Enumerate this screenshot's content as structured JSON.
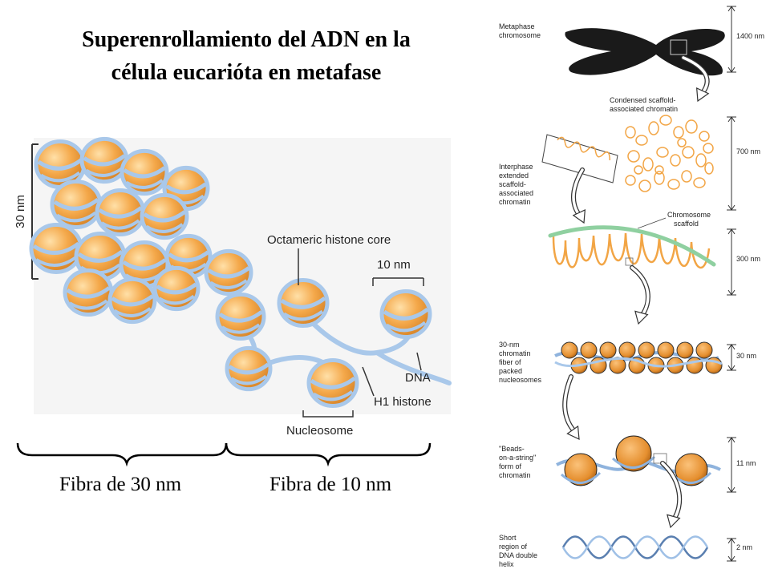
{
  "title": {
    "line1": "Superenrollamiento del ADN en la",
    "line2": "célula eucarióta en metafase"
  },
  "left_figure": {
    "scale_30nm": "30 nm",
    "octameric": "Octameric histone core",
    "ten_nm": "10 nm",
    "dna": "DNA",
    "h1": "H1 histone",
    "nucleosome": "Nucleosome"
  },
  "fibers": {
    "fiber30": "Fibra de 30 nm",
    "fiber10": "Fibra de 10 nm"
  },
  "right_figure": {
    "metaphase": [
      "Metaphase",
      "chromosome"
    ],
    "condensed": [
      "Condensed scaffold-",
      "associated chromatin"
    ],
    "interphase": [
      "Interphase",
      "extended",
      "scaffold-",
      "associated",
      "chromatin"
    ],
    "scaffold": [
      "Chromosome",
      "scaffold"
    ],
    "fiber30": [
      "30-nm",
      "chromatin",
      "fiber of",
      "packed",
      "nucleosomes"
    ],
    "beads": [
      "\"Beads-",
      "on-a-string\"",
      "form of",
      "chromatin"
    ],
    "helix": [
      "Short",
      "region of",
      "DNA double",
      "helix"
    ],
    "scales": [
      "1400 nm",
      "700 nm",
      "300 nm",
      "30 nm",
      "11 nm",
      "2 nm"
    ]
  },
  "colors": {
    "histone_orange": "#f2a545",
    "dna_blue": "#a9c8ea",
    "scaffold_green": "#8fd0a0",
    "chromosome_black": "#1a1a1a"
  }
}
